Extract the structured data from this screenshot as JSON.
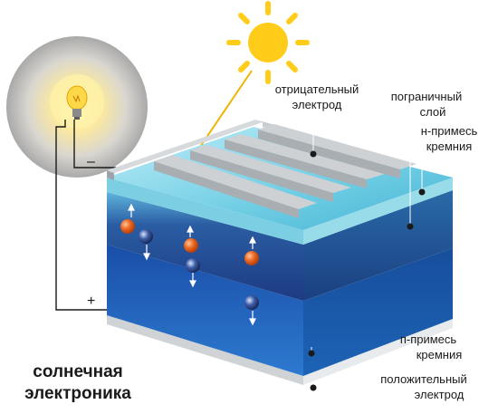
{
  "labels": {
    "negative_electrode_l1": "отрицательный",
    "negative_electrode_l2": "электрод",
    "boundary_layer_l1": "пограничный",
    "boundary_layer_l2": "слой",
    "n_type_l1": "н-примесь",
    "n_type_l2": "кремния",
    "p_type_l1": "п-примесь",
    "p_type_l2": "кремния",
    "positive_electrode_l1": "положительный",
    "positive_electrode_l2": "электрод"
  },
  "caption": {
    "line1": "солнечная",
    "line2": "электроника"
  },
  "terminals": {
    "minus": "–",
    "plus": "+"
  },
  "colors": {
    "sun": "#ffcc1a",
    "n_layer": "#1f3f86",
    "p_layer": "#1b5fb8",
    "top_glass": "#7fd6e8",
    "electrode": "#b9bec3",
    "hole": "#e8601c",
    "electron": "#2a3f7a"
  }
}
